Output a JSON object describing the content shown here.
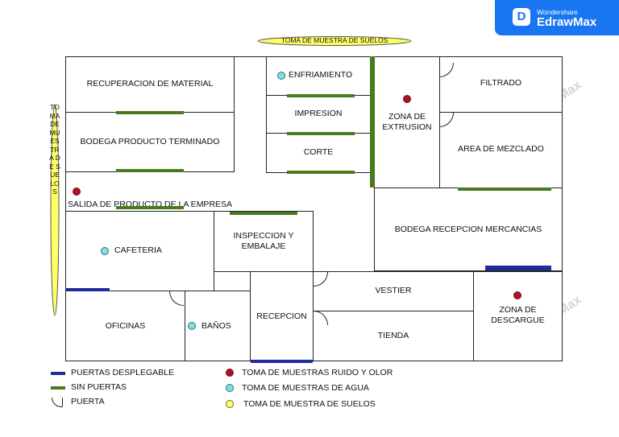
{
  "brand": {
    "small": "Wondershare",
    "big": "EdrawMax",
    "icon": "D"
  },
  "watermark": "EdrawMax",
  "top_label": "TOMA DE MUESTRA DE SUELOS",
  "side_label": "TOMA DE MUESTRA DE SUELOS",
  "rooms": {
    "recuperacion": "RECUPERACION DE MATERIAL",
    "bodega_producto": "BODEGA PRODUCTO TERMINADO",
    "enfriamiento": "ENFRIAMIENTO",
    "impresion": "IMPRESION",
    "corte": "CORTE",
    "zona_extrusion": "ZONA DE\nEXTRUSION",
    "filtrado": "FILTRADO",
    "area_mezclado": "AREA DE MEZCLADO",
    "salida": "SALIDA DE PRODUCTO DE LA EMPRESA",
    "bodega_recepcion": "BODEGA RECEPCION MERCANCIAS",
    "cafeteria": "CAFETERIA",
    "inspeccion": "INSPECCION Y\nEMBALAJE",
    "vestier": "VESTIER",
    "zona_descargue": "ZONA DE\nDESCARGUE",
    "oficinas": "OFICINAS",
    "banos": "BAÑOS",
    "recepcion": "RECEPCION",
    "tienda": "TIENDA"
  },
  "legend": {
    "puertas_desplegable": "PUERTAS DESPLEGABLE",
    "sin_puertas": "SIN PUERTAS",
    "puerta": "PUERTA",
    "ruido_olor": "TOMA DE  MUESTRAS RUIDO Y OLOR",
    "agua": "TOMA DE MUESTRAS DE AGUA",
    "suelos": "TOMA DE MUESTRA DE SUELOS"
  },
  "colors": {
    "green_bar": "#4a7a1e",
    "blue_bar": "#1f2d9a",
    "red_dot": "#b0102a",
    "cyan_dot": "#7ee0e0",
    "yellow_dot": "#ffff66",
    "brand": "#1976f2"
  }
}
